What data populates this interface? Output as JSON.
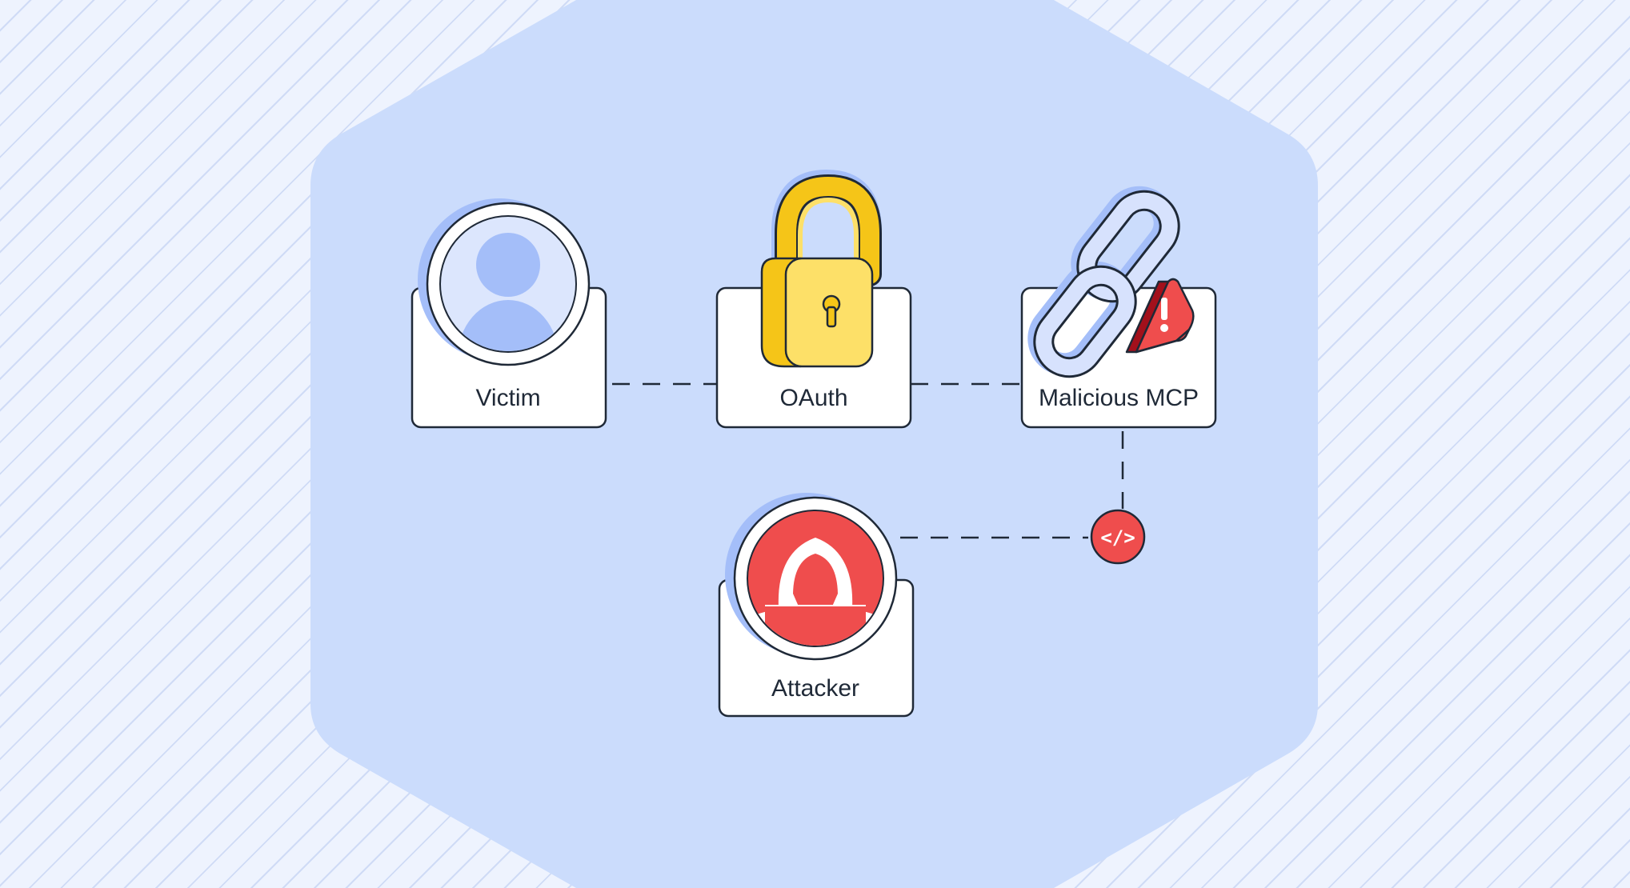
{
  "nodes": {
    "victim": {
      "label": "Victim"
    },
    "oauth": {
      "label": "OAuth"
    },
    "malicious_mcp": {
      "label": "Malicious MCP"
    },
    "attacker": {
      "label": "Attacker"
    },
    "code_badge": {
      "glyph": "</>"
    }
  },
  "icons": {
    "victim": "user-avatar-icon",
    "oauth": "padlock-icon",
    "malicious_mcp": "broken-chain-link-icon",
    "warning": "warning-triangle-icon",
    "attacker": "hooded-hacker-icon",
    "code": "code-brackets-icon"
  },
  "colors": {
    "hexagon": "#cbdcfc",
    "accent_blue": "#a4bef9",
    "avatar_bg": "#dce6fd",
    "lock_yellow": "#f5c518",
    "lock_light": "#fde068",
    "danger_red": "#ef4d4d",
    "dark_red": "#a3101b",
    "outline": "#1f2937"
  }
}
